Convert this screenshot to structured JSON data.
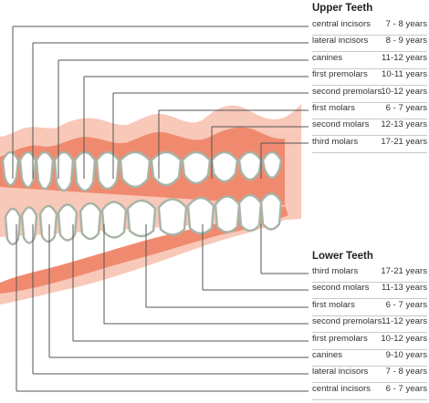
{
  "colors": {
    "gum": "#f08a6f",
    "gum_light": "#f8c8b8",
    "tooth": "#ffffff",
    "tooth_outline": "#a8b4a6",
    "root": "#c6ccc0",
    "leader_line": "#555555",
    "separator": "#c9c9c9"
  },
  "upper": {
    "title": "Upper Teeth",
    "rows": [
      {
        "name": "central incisors",
        "age": "7 - 8 years"
      },
      {
        "name": "lateral incisors",
        "age": "8 - 9 years"
      },
      {
        "name": "canines",
        "age": "11-12 years"
      },
      {
        "name": "first premolars",
        "age": "10-11 years"
      },
      {
        "name": "second premolars",
        "age": "10-12 years"
      },
      {
        "name": "first molars",
        "age": "6 - 7 years"
      },
      {
        "name": "second molars",
        "age": "12-13 years"
      },
      {
        "name": "third molars",
        "age": "17-21 years"
      }
    ]
  },
  "lower": {
    "title": "Lower Teeth",
    "rows": [
      {
        "name": "third molars",
        "age": "17-21 years"
      },
      {
        "name": "second molars",
        "age": "11-13 years"
      },
      {
        "name": "first molars",
        "age": "6 - 7 years"
      },
      {
        "name": "second premolars",
        "age": "11-12 years"
      },
      {
        "name": "first premolars",
        "age": "10-12 years"
      },
      {
        "name": "canines",
        "age": "9-10 years"
      },
      {
        "name": "lateral incisors",
        "age": "7 - 8 years"
      },
      {
        "name": "central incisors",
        "age": "6 - 7 years"
      }
    ]
  }
}
